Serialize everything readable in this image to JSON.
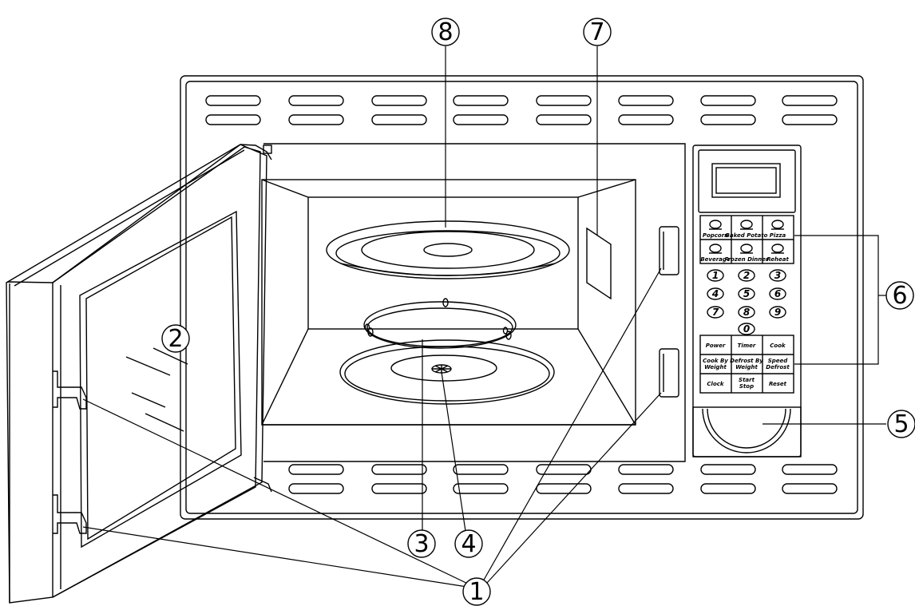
{
  "callouts": [
    {
      "id": "1",
      "label": "1"
    },
    {
      "id": "2",
      "label": "2"
    },
    {
      "id": "3",
      "label": "3"
    },
    {
      "id": "4",
      "label": "4"
    },
    {
      "id": "5",
      "label": "5"
    },
    {
      "id": "6",
      "label": "6"
    },
    {
      "id": "7",
      "label": "7"
    },
    {
      "id": "8",
      "label": "8"
    }
  ],
  "control_panel": {
    "auto_keys": [
      {
        "label": "Popcorn",
        "icon": "popcorn-icon"
      },
      {
        "label": "Baked Potato",
        "icon": "potato-icon"
      },
      {
        "label": "Pizza",
        "icon": "pizza-icon"
      },
      {
        "label": "Beverage",
        "icon": "cup-icon"
      },
      {
        "label": "Frozen Dinner",
        "icon": "dinner-icon"
      },
      {
        "label": "Reheat",
        "icon": "pot-icon"
      }
    ],
    "number_keys": [
      "1",
      "2",
      "3",
      "4",
      "5",
      "6",
      "7",
      "8",
      "9",
      "0"
    ],
    "function_keys": [
      [
        "Power",
        "Timer",
        "Cook"
      ],
      [
        "Cook By\nWeight",
        "Defrost By\nWeight",
        "Speed\nDefrost"
      ],
      [
        "Clock",
        "Start\nStop",
        "Reset"
      ]
    ]
  }
}
